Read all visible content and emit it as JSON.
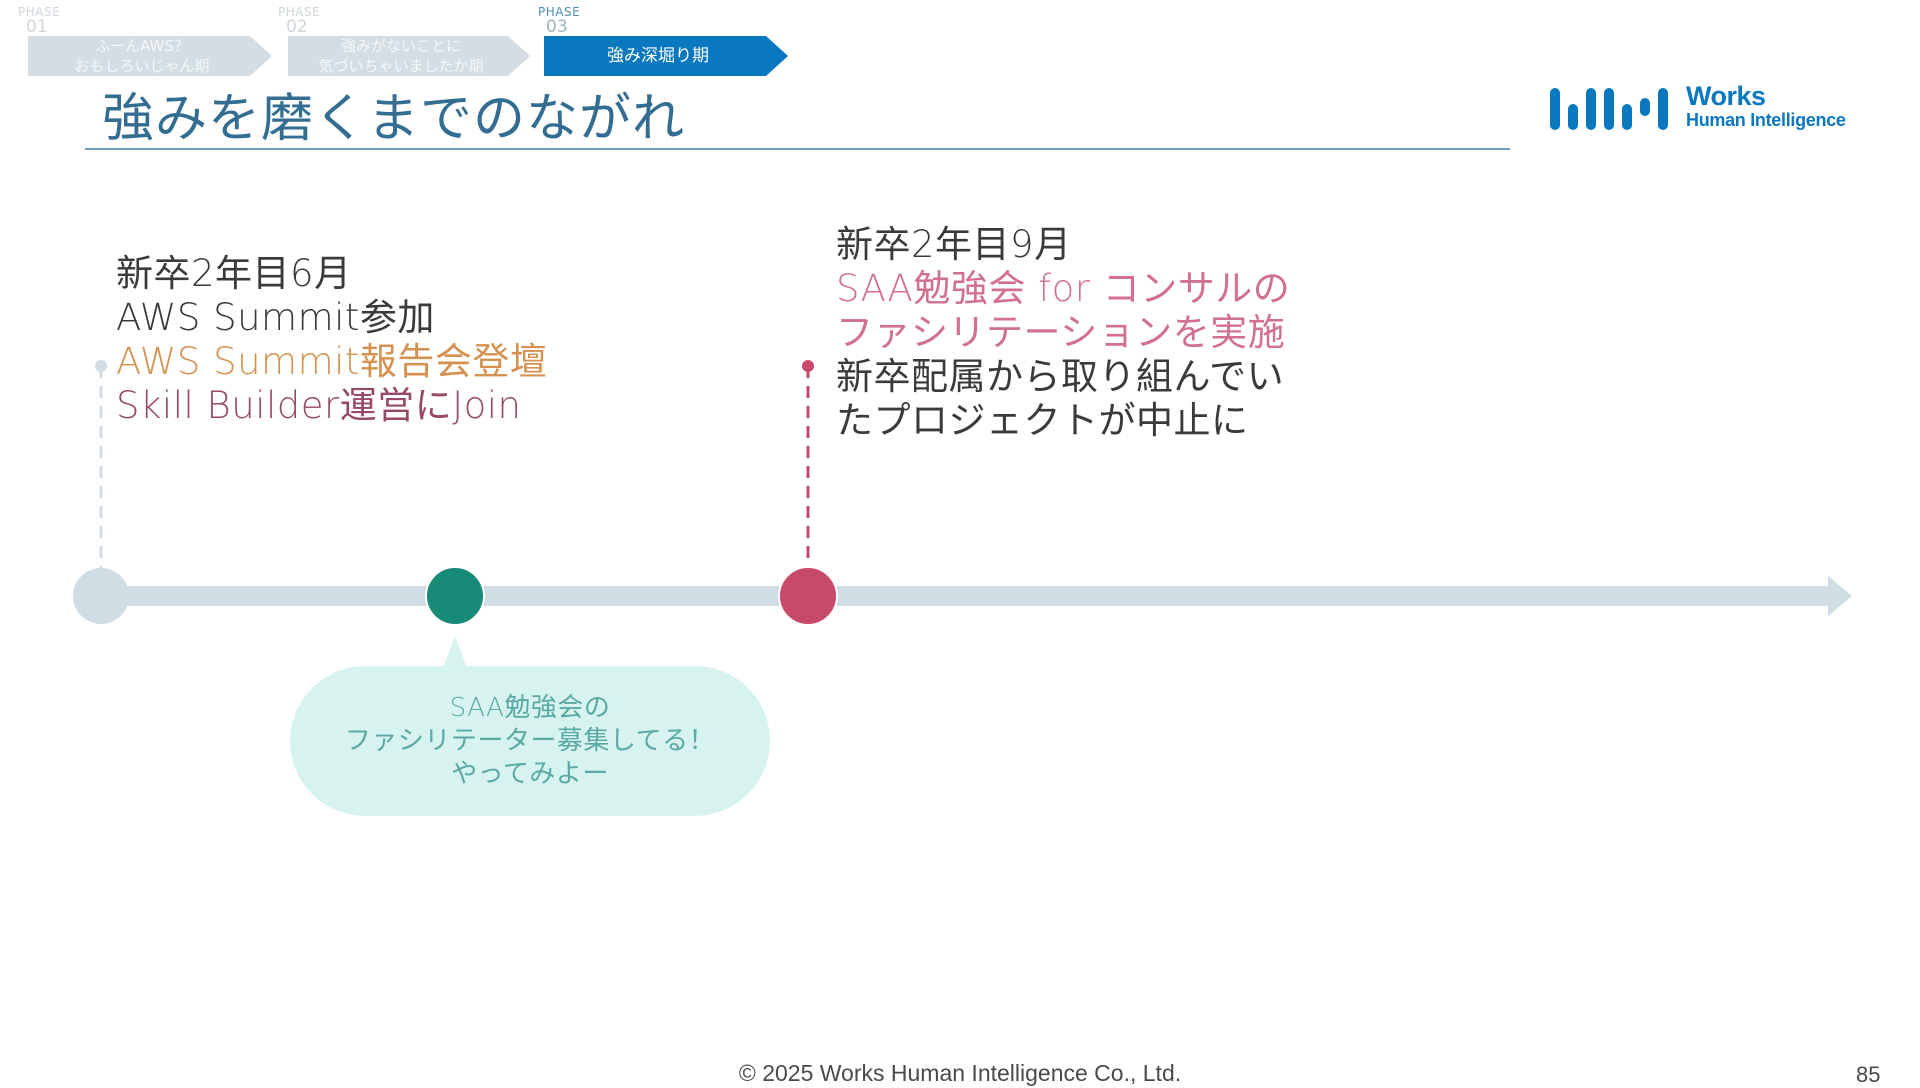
{
  "phases": [
    {
      "tag": "PHASE",
      "num": "01",
      "lines": [
        "ふーんAWS？",
        "おもしろいじゃん期"
      ],
      "state": "dim"
    },
    {
      "tag": "PHASE",
      "num": "02",
      "lines": [
        "強みがないことに",
        "気づいちゃいましたか期"
      ],
      "state": "dim"
    },
    {
      "tag": "PHASE",
      "num": "03",
      "lines": [
        "強み深堀り期"
      ],
      "state": "active"
    }
  ],
  "title": "強みを磨くまでのながれ",
  "logo": {
    "word": "Works",
    "sub": "Human Intelligence"
  },
  "event_june": {
    "date": "新卒2年目6月",
    "line1": "AWS Summit参加",
    "line2": "AWS Summit報告会登壇",
    "line3": "Skill Builder運営にJoin"
  },
  "event_sept": {
    "date": "新卒2年目9月",
    "line1": "SAA勉強会 for コンサルの",
    "line2": "ファシリテーションを実施",
    "line3": "新卒配属から取り組んでい",
    "line4": "たプロジェクトが中止に"
  },
  "bubble": {
    "line1": "SAA勉強会の",
    "line2": "ファシリテーター募集してる！",
    "line3": "やってみよー"
  },
  "colors": {
    "accent_blue": "#0a78be",
    "title_blue": "#336e92",
    "timeline_track": "#d1dde4",
    "node_gray": "#d1dde4",
    "node_teal": "#178a78",
    "node_pink": "#c9496b",
    "orange_text": "#d49150",
    "plum_text": "#98496a",
    "pink_text": "#d1718d",
    "bubble_bg": "#d6f3f0",
    "bubble_text": "#5aa9a5"
  },
  "footer": "© 2025 Works Human Intelligence Co., Ltd.",
  "page_number": "85"
}
